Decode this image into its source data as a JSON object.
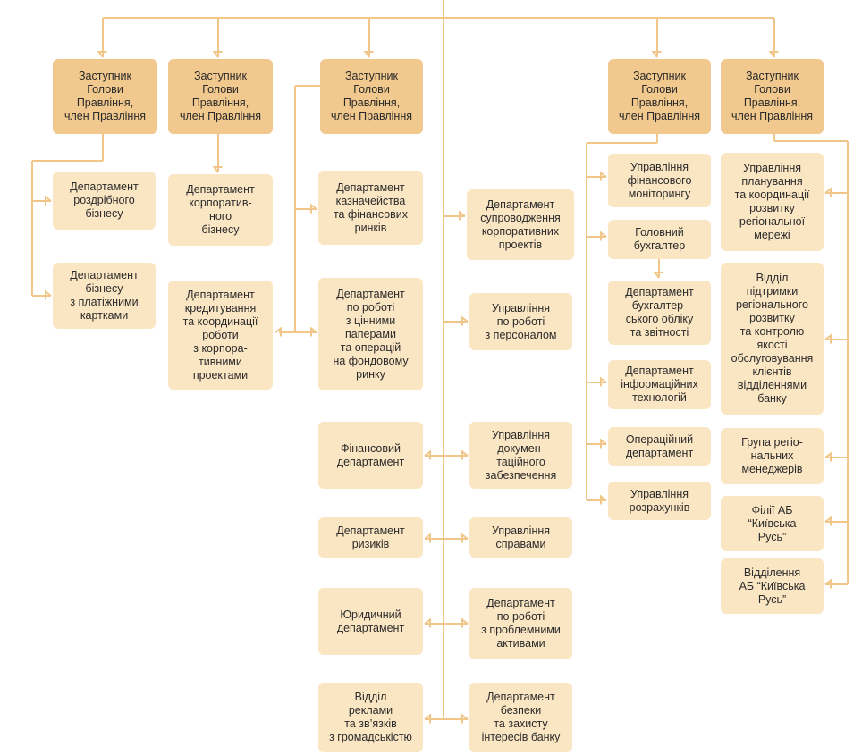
{
  "colors": {
    "connector": "#f0c689",
    "head_fill": "#f1c88d",
    "dept_fill": "#fbe6c4",
    "text": "#2b2b2b"
  },
  "heads": {
    "deputy_1": "Заступник\nГолови\nПравління,\nчлен Правління",
    "deputy_2": "Заступник\nГолови\nПравління,\nчлен Правління",
    "deputy_3": "Заступник\nГолови\nПравління,\nчлен Правління",
    "deputy_4": "Заступник\nГолови\nПравління,\nчлен Правління",
    "deputy_5": "Заступник\nГолови\nПравління,\nчлен Правління"
  },
  "units": {
    "retail_business": "Департамент\nроздрібного\nбізнесу",
    "payment_cards": "Департамент\nбізнесу\nз платіжними\nкартками",
    "corporate_business": "Департамент\nкорпоратив-\nного\nбізнесу",
    "corporate_lending": "Департамент\nкредитування\nта координації\nроботи\nз корпора-\nтивними\nпроектами",
    "treasury": "Департамент\nказначейства\nта фінансових\nринків",
    "securities": "Департамент\nпо роботі\nз цінними\nпаперами\nта операцій\nна фондовому\nринку",
    "corporate_projects_support": "Департамент\nсупроводження\nкорпоративних\nпроектів",
    "personnel": "Управління\nпо роботі\nз персоналом",
    "financial_dept": "Фінансовий\nдепартамент",
    "documentation_support": "Управління\nдокумен-\nтаційного\nзабезпечення",
    "risks": "Департамент\nризиків",
    "affairs": "Управління\nсправами",
    "legal": "Юридичний\nдепартамент",
    "problem_assets": "Департамент\nпо роботі\nз проблемними\nактивами",
    "pr_advertising": "Відділ\nреклами\nта зв’язків\nз громадськістю",
    "security": "Департамент\nбезпеки\nта захисту\nінтересів банку",
    "fin_monitoring": "Управління\nфінансового\nмоніторингу",
    "chief_accountant": "Головний\nбухгалтер",
    "accounting": "Департамент\nбухгалтер-\nського обліку\nта звітності",
    "it": "Департамент\nінформаційних\nтехнологій",
    "operations": "Операційний\nдепартамент",
    "settlements": "Управління\nрозрахунків",
    "regional_planning": "Управління\nпланування\nта координації\nрозвитку\nрегіональної\nмережі",
    "regional_support": "Відділ\nпідтримки\nрегіонального\nрозвитку\nта контролю\nякості\nобслуговування\nклієнтів\nвідділеннями\nбанку",
    "regional_managers": "Група регіо-\nнальних\nменеджерів",
    "branches": "Філії АБ\n“Київська\nРусь”",
    "subbranches": "Відділення\nАБ “Київська\nРусь”"
  }
}
